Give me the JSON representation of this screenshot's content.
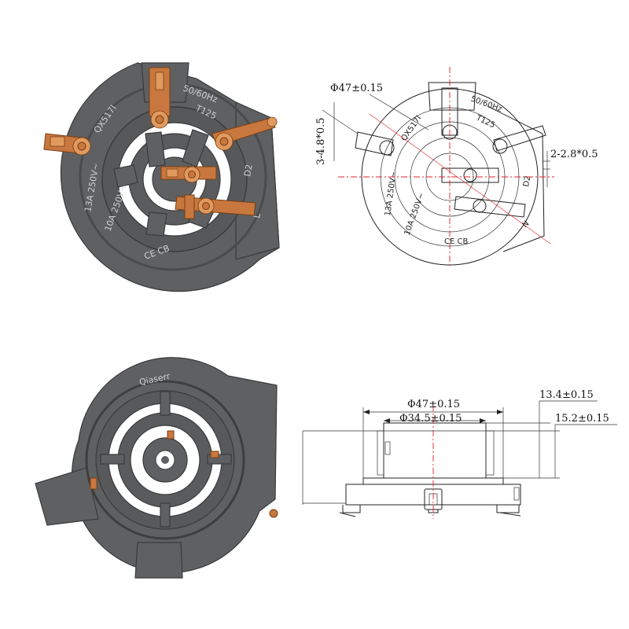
{
  "labels": {
    "model": "QX517I",
    "freq": "50/60Hz",
    "temp": "T125",
    "rating_a": "13A 250V~",
    "rating_b": "10A 250V~",
    "marks": "CE CB",
    "terminal_d2": "D2",
    "terminal_l": "L",
    "terminal_n": "N",
    "brand": "Qiaserr"
  },
  "dimensions": {
    "top_diameter": "Φ47±0.15",
    "slot_width": "3-4.8*0.5",
    "pin_spec": "2-2.8*0.5",
    "side_outer_diameter": "Φ47±0.15",
    "side_inner_diameter": "Φ34.5±0.15",
    "height_a": "13.4±0.15",
    "height_b": "15.2±0.15"
  },
  "colors": {
    "body": "#5f6062",
    "copper": "#c8773e",
    "centerline": "#e0202a"
  }
}
